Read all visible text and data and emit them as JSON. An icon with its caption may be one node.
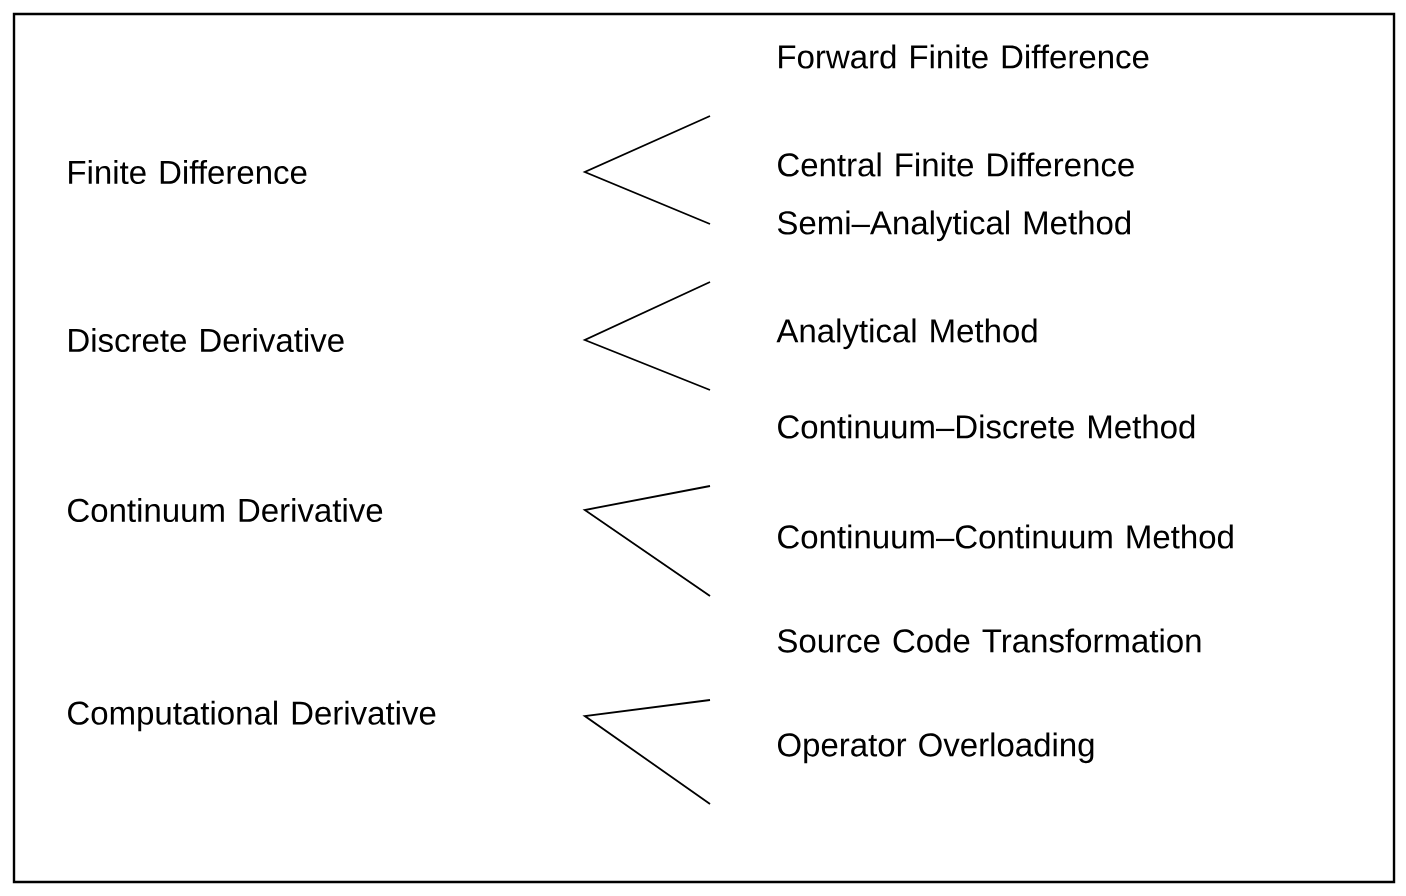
{
  "diagram": {
    "nodes": [
      {
        "text": [
          "Finite Difference"
        ]
      },
      {
        "text": [
          "Forward Finite Difference"
        ]
      },
      {
        "text": [
          "Central Finite Difference"
        ]
      },
      {
        "text": [
          "Discrete Derivative"
        ]
      },
      {
        "text": [
          "Semi–Analytical Method"
        ]
      },
      {
        "text": [
          "Analytical Method"
        ]
      },
      {
        "text": [
          "Continuum Derivative"
        ]
      },
      {
        "text": [
          "Continuum–Discrete Method"
        ]
      },
      {
        "text": [
          "Continuum–Continuum Method"
        ]
      },
      {
        "text": [
          "Computational Derivative"
        ]
      },
      {
        "text": [
          "Source Code Transformation"
        ]
      },
      {
        "text": [
          "Operator Overloading"
        ]
      }
    ]
  }
}
